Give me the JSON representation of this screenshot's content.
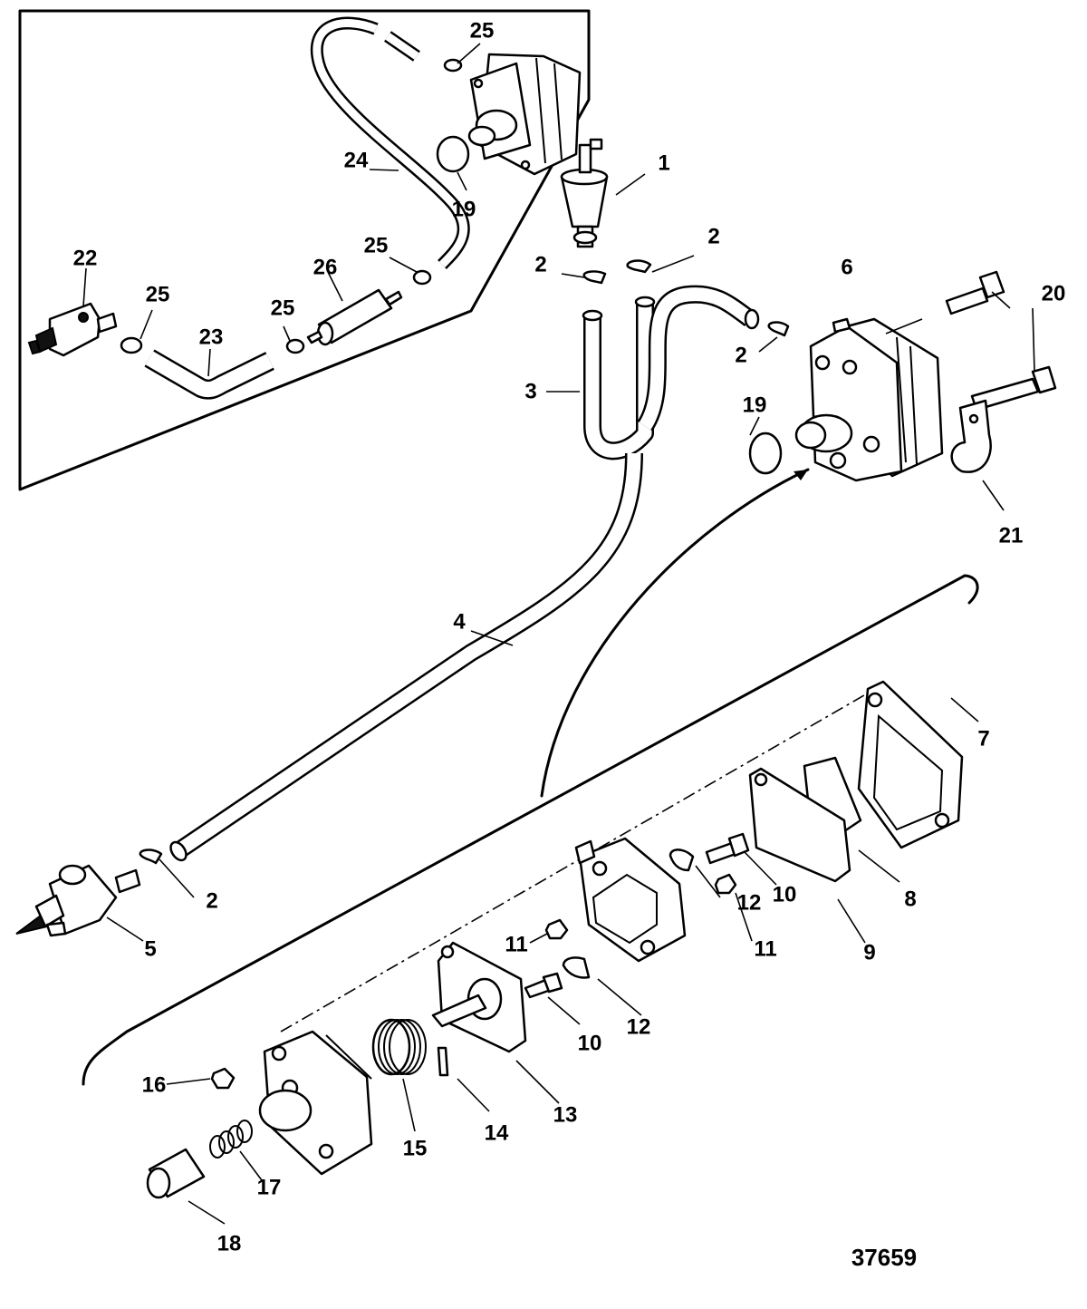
{
  "diagram": {
    "reference_number": "37659",
    "callouts": [
      {
        "id": "c1",
        "label": "1"
      },
      {
        "id": "c2a",
        "label": "2"
      },
      {
        "id": "c2b",
        "label": "2"
      },
      {
        "id": "c2c",
        "label": "2"
      },
      {
        "id": "c2d",
        "label": "2"
      },
      {
        "id": "c3",
        "label": "3"
      },
      {
        "id": "c4",
        "label": "4"
      },
      {
        "id": "c5",
        "label": "5"
      },
      {
        "id": "c6",
        "label": "6"
      },
      {
        "id": "c7",
        "label": "7"
      },
      {
        "id": "c8",
        "label": "8"
      },
      {
        "id": "c9",
        "label": "9"
      },
      {
        "id": "c10a",
        "label": "10"
      },
      {
        "id": "c10b",
        "label": "10"
      },
      {
        "id": "c11a",
        "label": "11"
      },
      {
        "id": "c11b",
        "label": "11"
      },
      {
        "id": "c12a",
        "label": "12"
      },
      {
        "id": "c12b",
        "label": "12"
      },
      {
        "id": "c13",
        "label": "13"
      },
      {
        "id": "c14",
        "label": "14"
      },
      {
        "id": "c15",
        "label": "15"
      },
      {
        "id": "c16",
        "label": "16"
      },
      {
        "id": "c17",
        "label": "17"
      },
      {
        "id": "c18",
        "label": "18"
      },
      {
        "id": "c19a",
        "label": "19"
      },
      {
        "id": "c19b",
        "label": "19"
      },
      {
        "id": "c20",
        "label": "20"
      },
      {
        "id": "c21",
        "label": "21"
      },
      {
        "id": "c22",
        "label": "22"
      },
      {
        "id": "c23",
        "label": "23"
      },
      {
        "id": "c24",
        "label": "24"
      },
      {
        "id": "c25a",
        "label": "25"
      },
      {
        "id": "c25b",
        "label": "25"
      },
      {
        "id": "c25c",
        "label": "25"
      },
      {
        "id": "c25d",
        "label": "25"
      },
      {
        "id": "c26",
        "label": "26"
      }
    ]
  }
}
